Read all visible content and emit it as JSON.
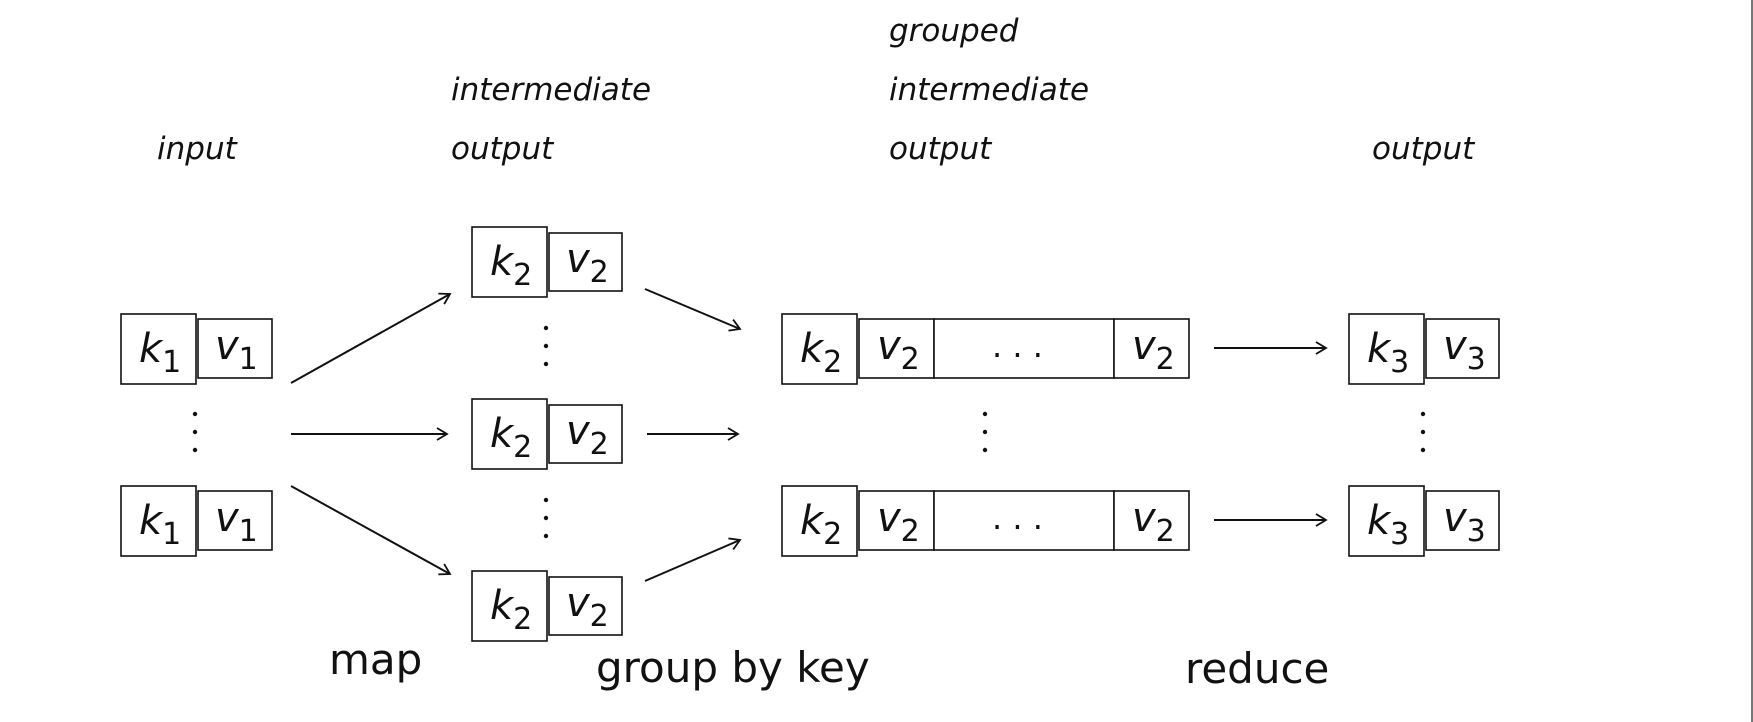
{
  "headers": {
    "input": "input",
    "intermediate_output": [
      "intermediate",
      "output"
    ],
    "grouped_intermediate_output": [
      "grouped",
      "intermediate",
      "output"
    ],
    "output": "output"
  },
  "symbols": {
    "k1": {
      "base": "k",
      "sub": "1"
    },
    "v1": {
      "base": "v",
      "sub": "1"
    },
    "k2": {
      "base": "k",
      "sub": "2"
    },
    "v2": {
      "base": "v",
      "sub": "2"
    },
    "k3": {
      "base": "k",
      "sub": "3"
    },
    "v3": {
      "base": "v",
      "sub": "3"
    },
    "ellipsis": ". . ."
  },
  "stages": {
    "map": "map",
    "group": "group by key",
    "reduce": "reduce"
  }
}
